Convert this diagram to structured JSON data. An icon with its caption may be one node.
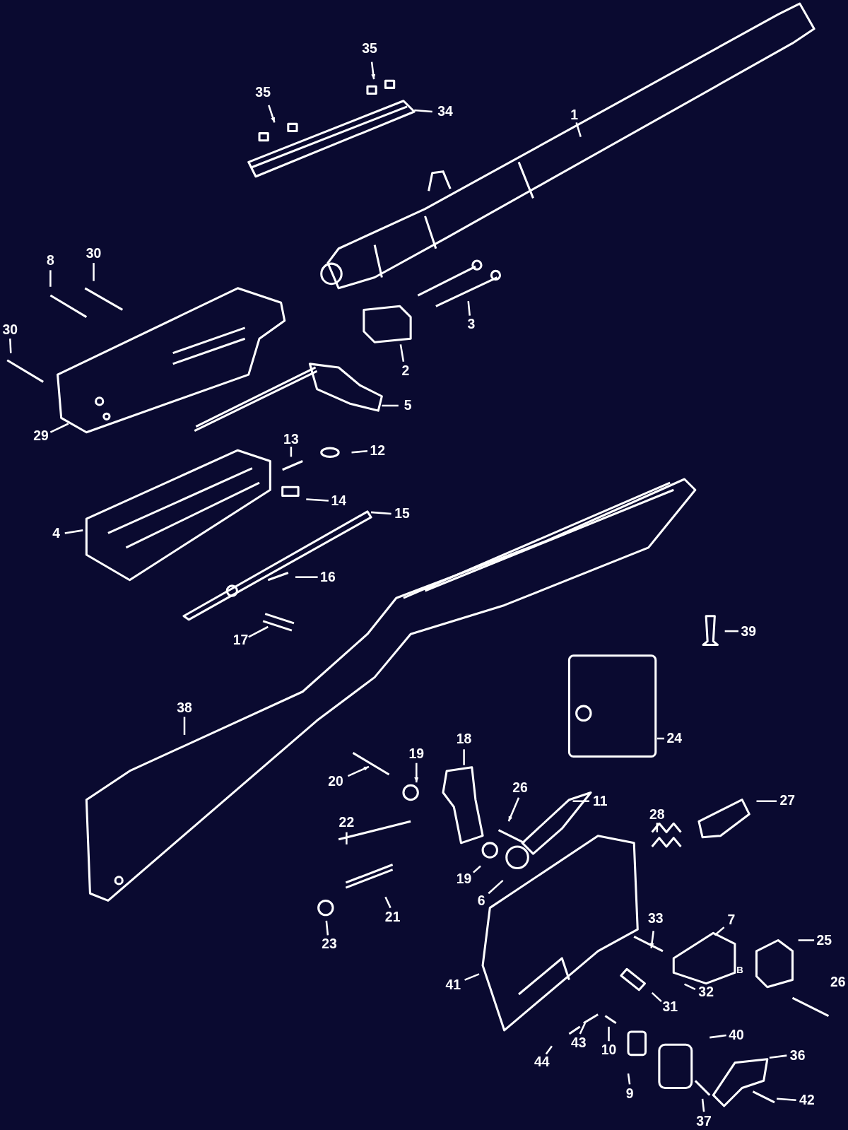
{
  "diagram": {
    "nodes": [
      {
        "text": [
          "1"
        ]
      },
      {
        "text": [
          "35"
        ]
      },
      {
        "text": [
          "35"
        ]
      },
      {
        "text": [
          "34"
        ]
      },
      {
        "text": [
          "8"
        ]
      },
      {
        "text": [
          "30"
        ]
      },
      {
        "text": [
          "30"
        ]
      },
      {
        "text": [
          "3"
        ]
      },
      {
        "text": [
          "2"
        ]
      },
      {
        "text": [
          "5"
        ]
      },
      {
        "text": [
          "29"
        ]
      },
      {
        "text": [
          "13"
        ]
      },
      {
        "text": [
          "12"
        ]
      },
      {
        "text": [
          "14"
        ]
      },
      {
        "text": [
          "4"
        ]
      },
      {
        "text": [
          "15"
        ]
      },
      {
        "text": [
          "16"
        ]
      },
      {
        "text": [
          "17"
        ]
      },
      {
        "text": [
          "39"
        ]
      },
      {
        "text": [
          "38"
        ]
      },
      {
        "text": [
          "24"
        ]
      },
      {
        "text": [
          "18"
        ]
      },
      {
        "text": [
          "19"
        ]
      },
      {
        "text": [
          "20"
        ]
      },
      {
        "text": [
          "26"
        ]
      },
      {
        "text": [
          "11"
        ]
      },
      {
        "text": [
          "28"
        ]
      },
      {
        "text": [
          "27"
        ]
      },
      {
        "text": [
          "22"
        ]
      },
      {
        "text": [
          "19"
        ]
      },
      {
        "text": [
          "6"
        ]
      },
      {
        "text": [
          "21"
        ]
      },
      {
        "text": [
          "23"
        ]
      },
      {
        "text": [
          "33"
        ]
      },
      {
        "text": [
          "7"
        ]
      },
      {
        "text": [
          "25"
        ]
      },
      {
        "text": [
          "41"
        ]
      },
      {
        "text": [
          "32"
        ]
      },
      {
        "text": [
          "31"
        ]
      },
      {
        "text": [
          "43"
        ]
      },
      {
        "text": [
          "44"
        ]
      },
      {
        "text": [
          "10"
        ]
      },
      {
        "text": [
          "40"
        ]
      },
      {
        "text": [
          "36"
        ]
      },
      {
        "text": [
          "9"
        ]
      },
      {
        "text": [
          "42"
        ]
      },
      {
        "text": [
          "37"
        ]
      }
    ],
    "edges": [
      {
        "from": 0,
        "to": null,
        "arrow": "none"
      },
      {
        "from": 1,
        "to": null,
        "arrow": "to"
      },
      {
        "from": 2,
        "to": null,
        "arrow": "to"
      },
      {
        "from": 3,
        "to": null,
        "arrow": "none"
      },
      {
        "from": 4,
        "to": null,
        "arrow": "none"
      },
      {
        "from": 5,
        "to": null,
        "arrow": "none"
      },
      {
        "from": 6,
        "to": null,
        "arrow": "none"
      },
      {
        "from": 7,
        "to": null,
        "arrow": "none"
      },
      {
        "from": 8,
        "to": null,
        "arrow": "none"
      },
      {
        "from": 9,
        "to": null,
        "arrow": "none"
      },
      {
        "from": 10,
        "to": null,
        "arrow": "none"
      },
      {
        "from": 11,
        "to": null,
        "arrow": "none"
      },
      {
        "from": 12,
        "to": null,
        "arrow": "none"
      },
      {
        "from": 13,
        "to": null,
        "arrow": "none"
      },
      {
        "from": 14,
        "to": null,
        "arrow": "none"
      },
      {
        "from": 15,
        "to": null,
        "arrow": "none"
      },
      {
        "from": 16,
        "to": null,
        "arrow": "none"
      },
      {
        "from": 17,
        "to": null,
        "arrow": "none"
      },
      {
        "from": 18,
        "to": null,
        "arrow": "none"
      },
      {
        "from": 19,
        "to": null,
        "arrow": "none"
      },
      {
        "from": 20,
        "to": null,
        "arrow": "none"
      },
      {
        "from": 21,
        "to": null,
        "arrow": "none"
      },
      {
        "from": 22,
        "to": null,
        "arrow": "to"
      },
      {
        "from": 23,
        "to": null,
        "arrow": "to"
      },
      {
        "from": 24,
        "to": null,
        "arrow": "to"
      },
      {
        "from": 25,
        "to": null,
        "arrow": "none"
      },
      {
        "from": 26,
        "to": null,
        "arrow": "none"
      },
      {
        "from": 27,
        "to": null,
        "arrow": "none"
      },
      {
        "from": 28,
        "to": null,
        "arrow": "none"
      },
      {
        "from": 29,
        "to": null,
        "arrow": "none"
      },
      {
        "from": 30,
        "to": null,
        "arrow": "none"
      },
      {
        "from": 31,
        "to": null,
        "arrow": "none"
      },
      {
        "from": 32,
        "to": null,
        "arrow": "none"
      },
      {
        "from": 33,
        "to": null,
        "arrow": "to"
      },
      {
        "from": 34,
        "to": null,
        "arrow": "none"
      },
      {
        "from": 35,
        "to": null,
        "arrow": "none"
      },
      {
        "from": 36,
        "to": null,
        "arrow": "none"
      },
      {
        "from": 37,
        "to": null,
        "arrow": "none"
      },
      {
        "from": 38,
        "to": null,
        "arrow": "none"
      },
      {
        "from": 39,
        "to": null,
        "arrow": "none"
      },
      {
        "from": 40,
        "to": null,
        "arrow": "none"
      },
      {
        "from": 41,
        "to": null,
        "arrow": "none"
      },
      {
        "from": 42,
        "to": null,
        "arrow": "none"
      },
      {
        "from": 43,
        "to": null,
        "arrow": "none"
      },
      {
        "from": 44,
        "to": null,
        "arrow": "none"
      },
      {
        "from": 45,
        "to": null,
        "arrow": "none"
      },
      {
        "from": 46,
        "to": null,
        "arrow": "none"
      }
    ],
    "labels": [
      "B",
      "26"
    ]
  }
}
